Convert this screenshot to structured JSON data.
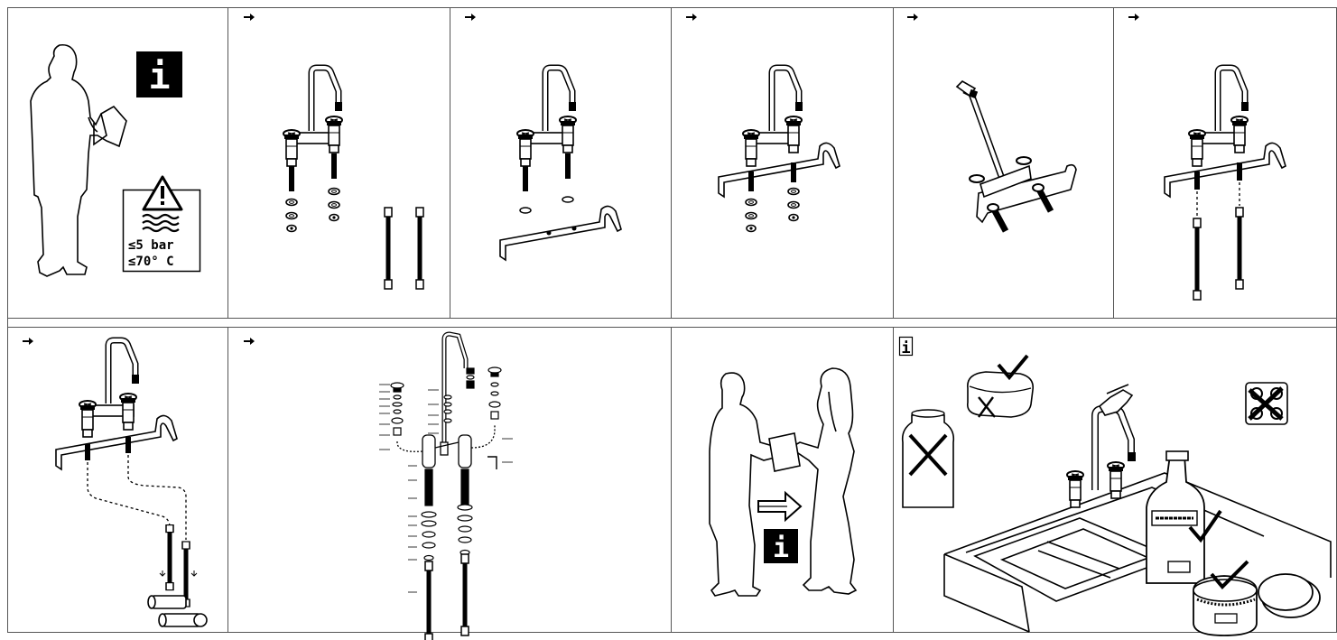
{
  "warning": {
    "pressure": "≤5 bar",
    "temperature": "≤70° C"
  },
  "info_glyph": "i",
  "icons": {
    "arrow": "right-arrow-icon",
    "info": "info-icon",
    "warning": "warning-triangle-icon",
    "water": "hot-water-waves-icon",
    "ok": "check-mark-icon",
    "bad": "cross-mark-icon"
  },
  "part_numbers": {
    "left": [
      "",
      "",
      "",
      "",
      "",
      "",
      ""
    ],
    "center": [
      "",
      "",
      "",
      "",
      ""
    ],
    "right": [
      ""
    ]
  },
  "colors": {
    "line": "#000000",
    "background": "#ffffff"
  }
}
